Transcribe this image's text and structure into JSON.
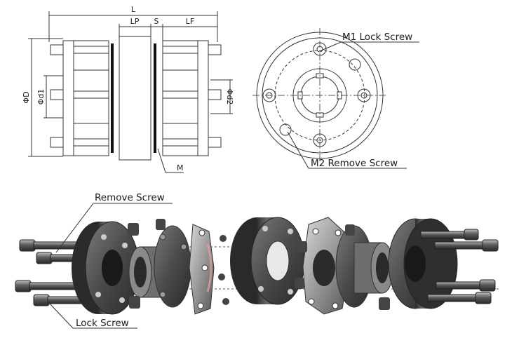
{
  "side_view": {
    "dims": {
      "L": "L",
      "LP": "LP",
      "S": "S",
      "LF": "LF",
      "D": "ΦD",
      "d1": "Φd1",
      "d2": "Φd2",
      "M": "M"
    }
  },
  "front_view": {
    "m1_label": "M1 Lock Screw",
    "m2_label": "M2 Remove Screw"
  },
  "exploded_view": {
    "remove_label": "Remove Screw",
    "lock_label": "Lock Screw"
  },
  "colors": {
    "line": "#333333",
    "metal_dark": "#3a3a3a",
    "metal_mid": "#6b6b6b",
    "metal_light": "#a8a8a8",
    "disc_pack": "#111111"
  }
}
